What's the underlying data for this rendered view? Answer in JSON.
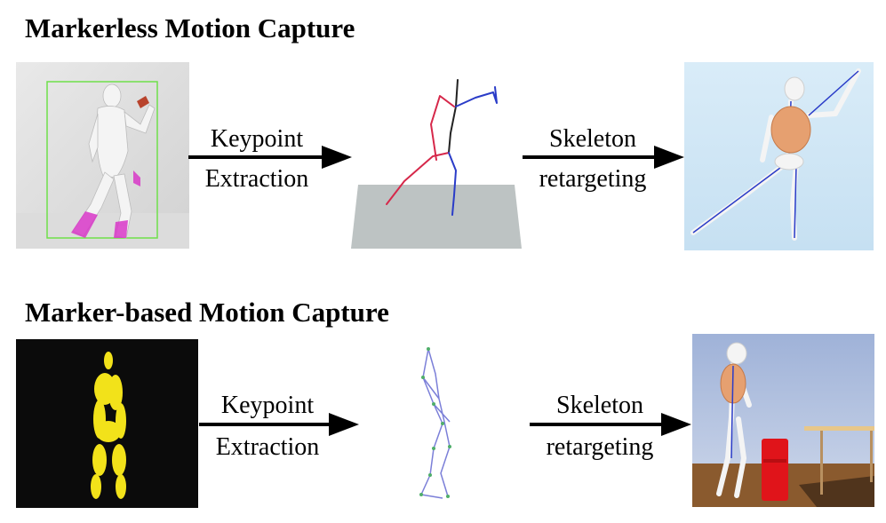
{
  "sections": [
    {
      "heading": "Markerless Motion Capture",
      "step1": {
        "line1": "Keypoint",
        "line2": "Extraction"
      },
      "step2": {
        "line1": "Skeleton",
        "line2": "retargeting"
      }
    },
    {
      "heading": "Marker-based Motion Capture",
      "step1": {
        "line1": "Keypoint",
        "line2": "Extraction"
      },
      "step2": {
        "line1": "Skeleton",
        "line2": "retargeting"
      }
    }
  ],
  "colors": {
    "left_limb": "#d6284a",
    "right_limb": "#2a3cc8",
    "marker_yellow": "#f2e21a",
    "bbox_green": "#6fe04a",
    "arrow": "#000000"
  }
}
